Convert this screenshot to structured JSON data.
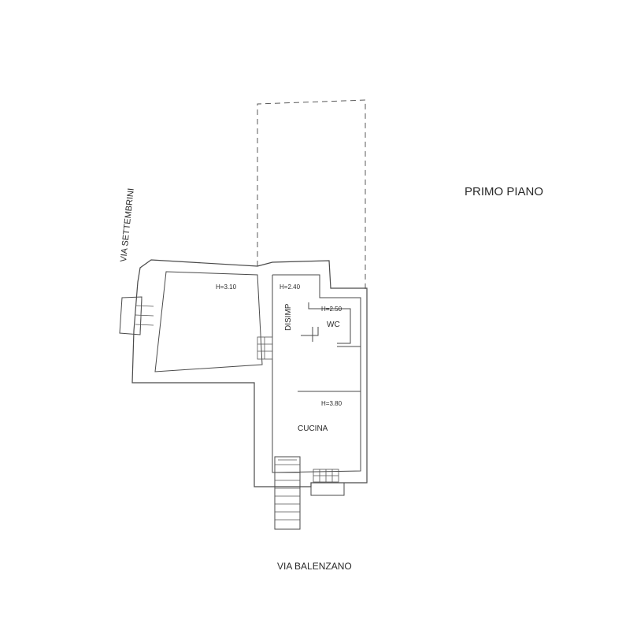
{
  "title": "PRIMO PIANO",
  "streets": {
    "north_west": "VIA SETTEMBRINI",
    "south": "VIA BALENZANO"
  },
  "rooms": [
    {
      "name": "",
      "height": "H=3.10"
    },
    {
      "name": "DISIMP",
      "height": "H=2.40"
    },
    {
      "name": "WC",
      "height": "H=2.50"
    },
    {
      "name": "CUCINA",
      "height": "H=3.80"
    }
  ]
}
